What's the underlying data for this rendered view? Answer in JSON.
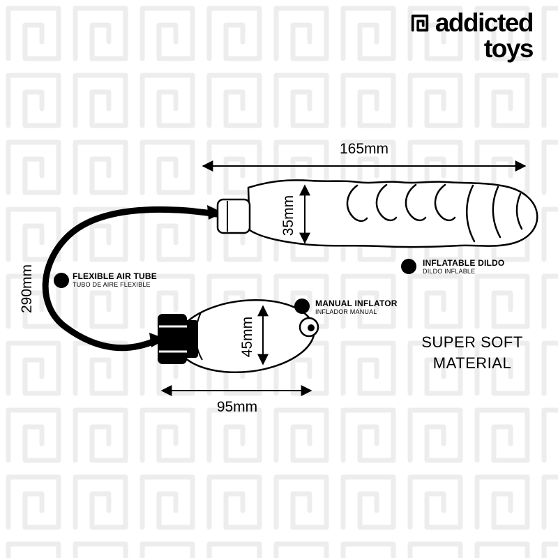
{
  "logo": {
    "line1": "addicted",
    "line2": "toys"
  },
  "dimensions": {
    "dildo_length": "165mm",
    "dildo_width": "35mm",
    "tube_length": "290mm",
    "pump_height": "45mm",
    "pump_length": "95mm"
  },
  "callouts": {
    "air_tube": {
      "en": "FLEXIBLE AIR TUBE",
      "es": "TUBO DE AIRE FLEXIBLE"
    },
    "dildo": {
      "en": "INFLATABLE DILDO",
      "es": "DILDO INFLABLE"
    },
    "inflator": {
      "en": "MANUAL INFLATOR",
      "es": "INFLADOR MANUAL"
    }
  },
  "material_note": {
    "line1": "SUPER SOFT",
    "line2": "MATERIAL"
  },
  "colors": {
    "ink": "#000000",
    "background": "#ffffff",
    "watermark": "#ededed"
  }
}
